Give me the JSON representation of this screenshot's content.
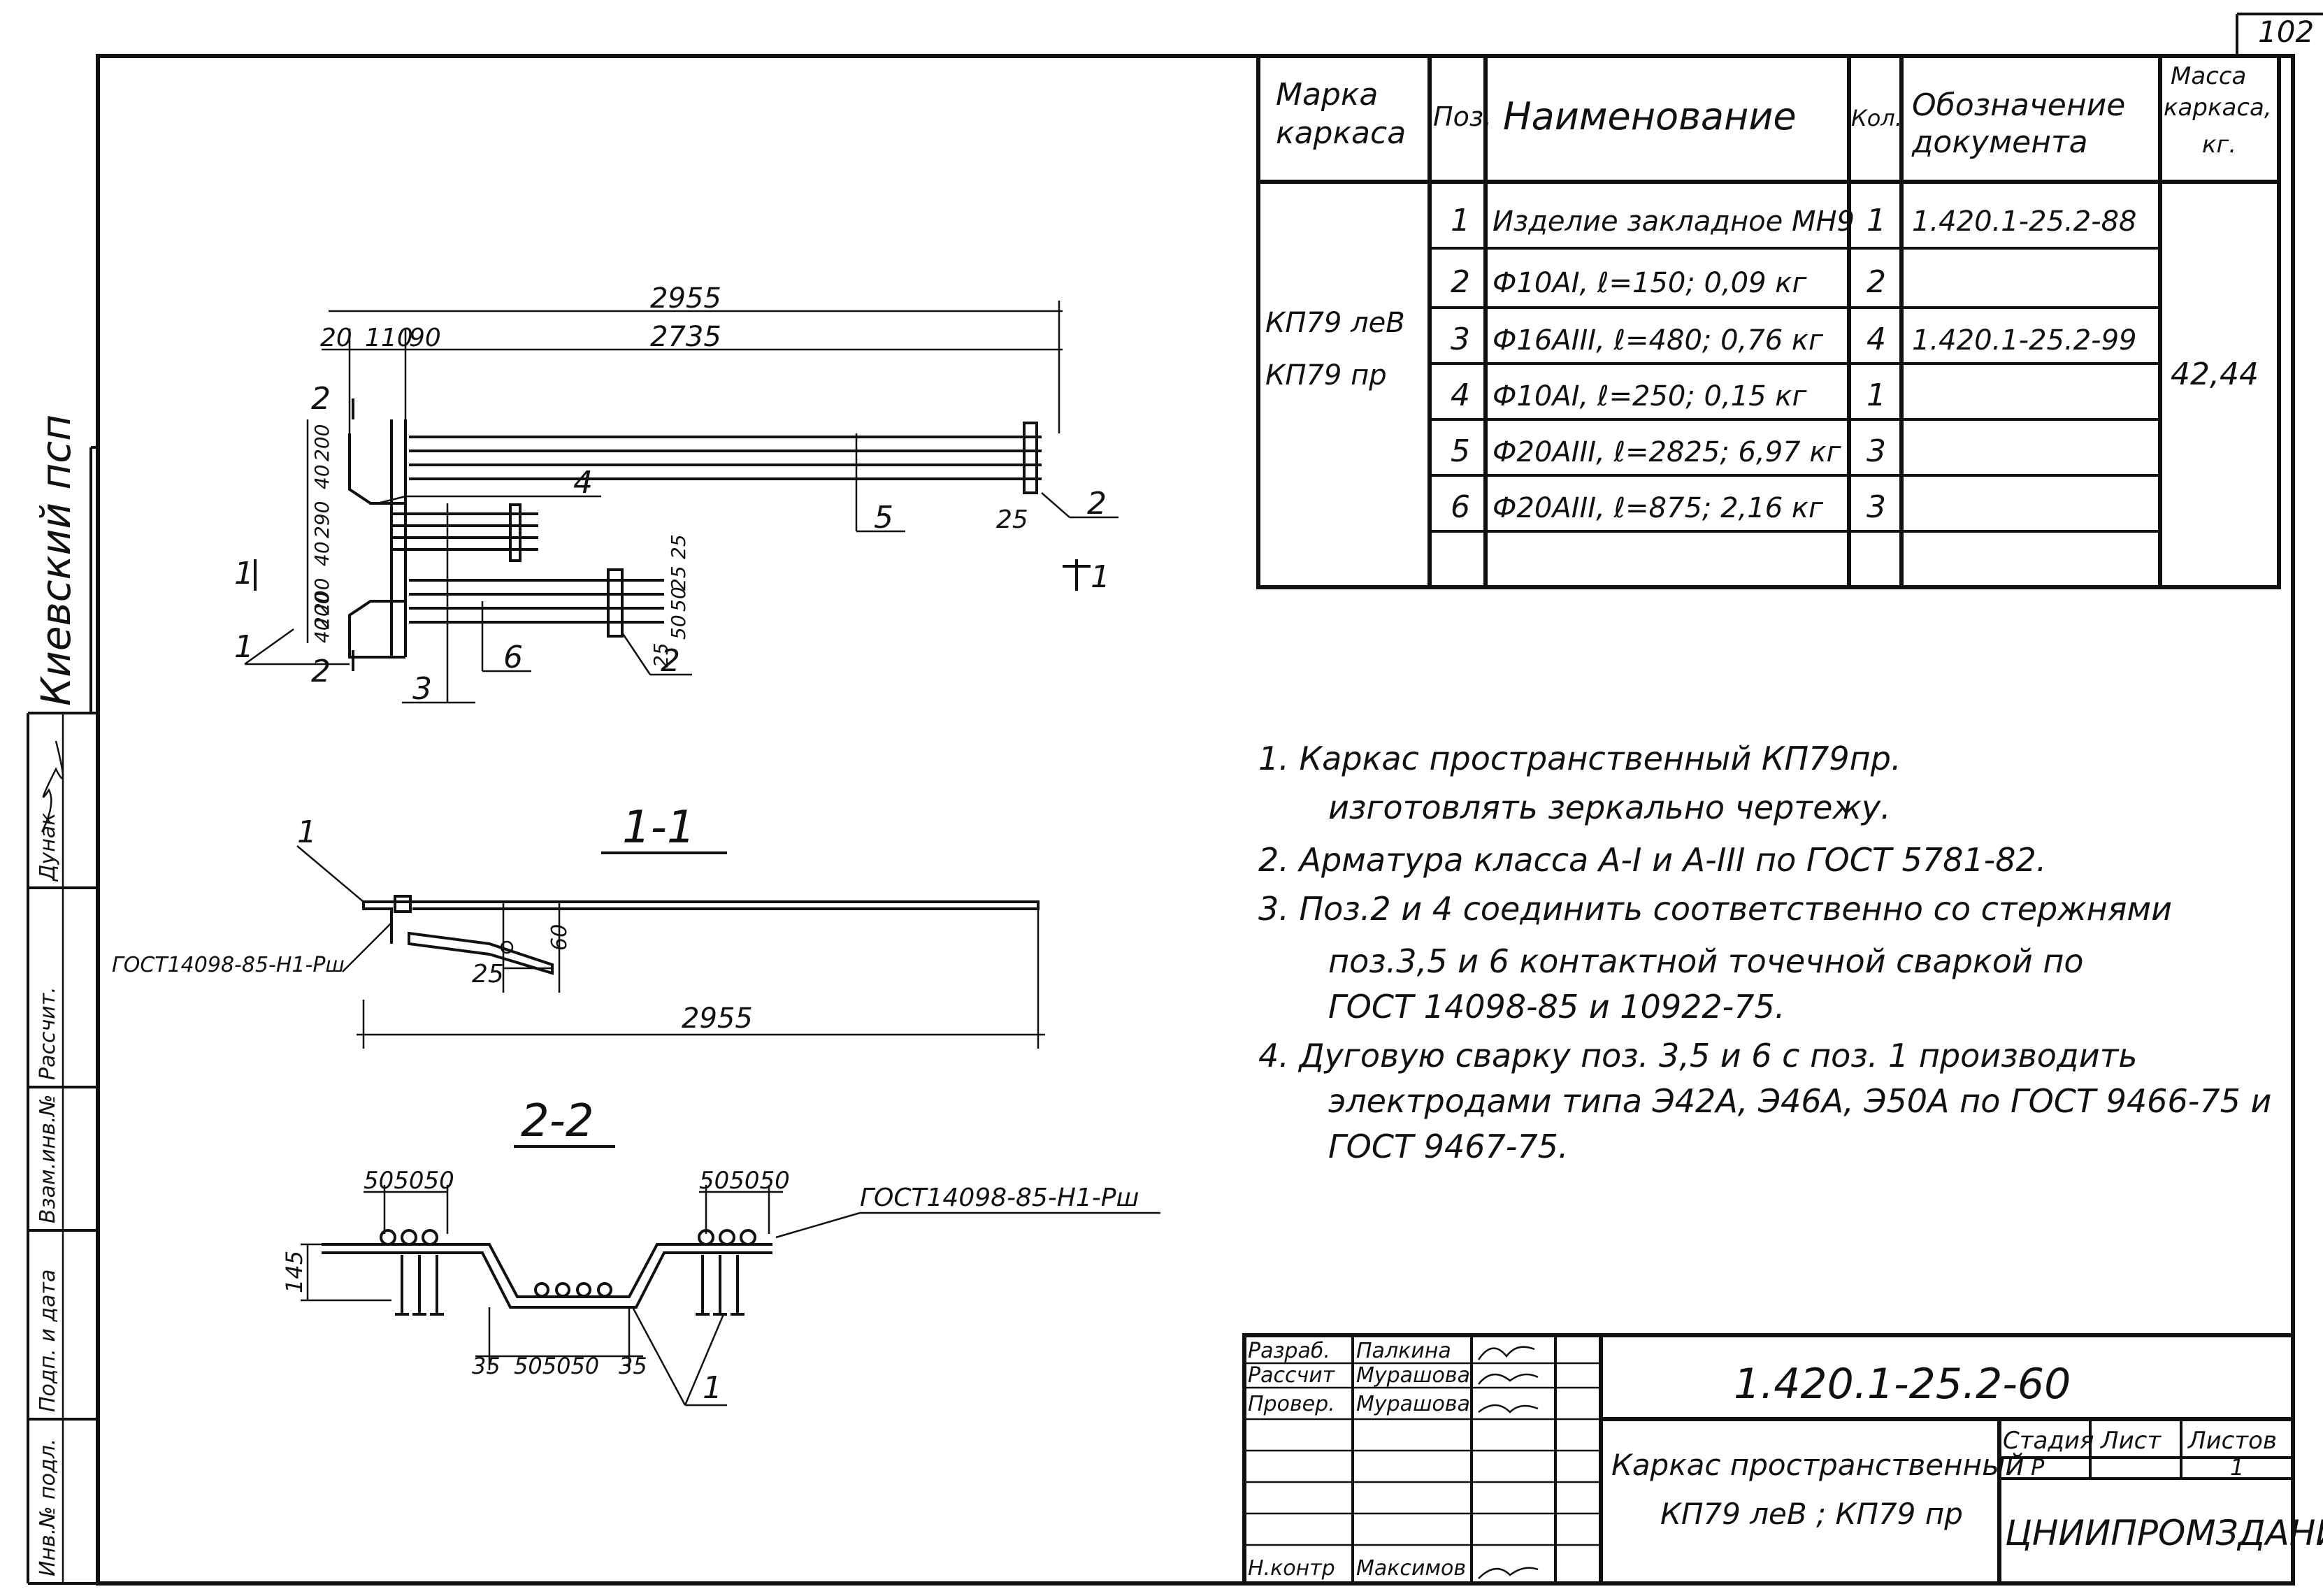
{
  "sheet_number": "102",
  "side_stamp": {
    "org": "Киевский псп",
    "labels": [
      "Инв.№ подл.",
      "Подп. и дата",
      "Взам.инв.№",
      "Рассчит.",
      "Дунак"
    ]
  },
  "spec_table": {
    "headers": {
      "mark": "Марка каркаса",
      "pos": "Поз.",
      "name": "Наименование",
      "qty": "Кол.",
      "doc": "Обозначение документа",
      "mass": "Масса каркаса, кг."
    },
    "marks": [
      "КП79 леВ",
      "КП79 пр"
    ],
    "mass": "42,44",
    "rows": [
      {
        "pos": "1",
        "name": "Изделие закладное МН9",
        "qty": "1",
        "doc": "1.420.1-25.2-88"
      },
      {
        "pos": "2",
        "name": "Ф10АI, ℓ=150; 0,09 кг",
        "qty": "2",
        "doc": ""
      },
      {
        "pos": "3",
        "name": "Ф16АIII, ℓ=480; 0,76 кг",
        "qty": "4",
        "doc": "1.420.1-25.2-99"
      },
      {
        "pos": "4",
        "name": "Ф10АI, ℓ=250; 0,15 кг",
        "qty": "1",
        "doc": ""
      },
      {
        "pos": "5",
        "name": "Ф20АIII, ℓ=2825; 6,97 кг",
        "qty": "3",
        "doc": ""
      },
      {
        "pos": "6",
        "name": "Ф20АIII, ℓ=875; 2,16 кг",
        "qty": "3",
        "doc": ""
      }
    ]
  },
  "notes": [
    "1. Каркас пространственный КП79пр.",
    "изготовлять зеркально чертежу.",
    "2. Арматура класса А-I и А-III по ГОСТ 5781-82.",
    "3. Поз.2 и 4 соединить соответственно со стержнями",
    "поз.3,5 и 6 контактной точечной сваркой по",
    "ГОСТ 14098-85 и 10922-75.",
    "4. Дуговую сварку поз. 3,5 и 6 с поз. 1 производить",
    "электродами типа Э42А, Э46А, Э50А по ГОСТ 9466-75 и",
    "ГОСТ 9467-75."
  ],
  "plan_view": {
    "dims_top": [
      "2955",
      "2735"
    ],
    "dims_left": [
      "20",
      "110",
      "90"
    ],
    "dims_vertical": [
      "200",
      "40",
      "290",
      "40",
      "200",
      "40",
      "200"
    ],
    "dims_right": [
      "25",
      "25",
      "50",
      "50",
      "25"
    ],
    "callouts": [
      "1",
      "2",
      "3",
      "4",
      "5",
      "6",
      "2",
      "2",
      "2",
      "25"
    ],
    "section_marks": [
      "1",
      "1"
    ]
  },
  "section_1": {
    "title": "1-1",
    "callout": "1",
    "weld_label": "ГОСТ14098-85-Н1-Рш",
    "dims": [
      "60",
      "25",
      "2955"
    ]
  },
  "section_2": {
    "title": "2-2",
    "dims_left": "505050",
    "dims_right": "505050",
    "dim_height": "145",
    "dims_bottom": [
      "35",
      "505050",
      "35"
    ],
    "weld_label": "ГОСТ14098-85-Н1-Рш",
    "callout": "1"
  },
  "title_block": {
    "rows": [
      {
        "role": "Разраб.",
        "name": "Палкина"
      },
      {
        "role": "Рассчит",
        "name": "Мурашова"
      },
      {
        "role": "Провер.",
        "name": "Мурашова"
      },
      {
        "role": "Н.контр",
        "name": "Максимов"
      }
    ],
    "doc_code": "1.420.1-25.2-60",
    "title": [
      "Каркас пространственный",
      "КП79 леВ ; КП79 пр"
    ],
    "stage_header": "Стадия",
    "sheet_header": "Лист",
    "sheets_header": "Листов",
    "stage": "Р",
    "sheets": "1",
    "org": "ЦНИИПРОМЗДАНИЙ"
  }
}
